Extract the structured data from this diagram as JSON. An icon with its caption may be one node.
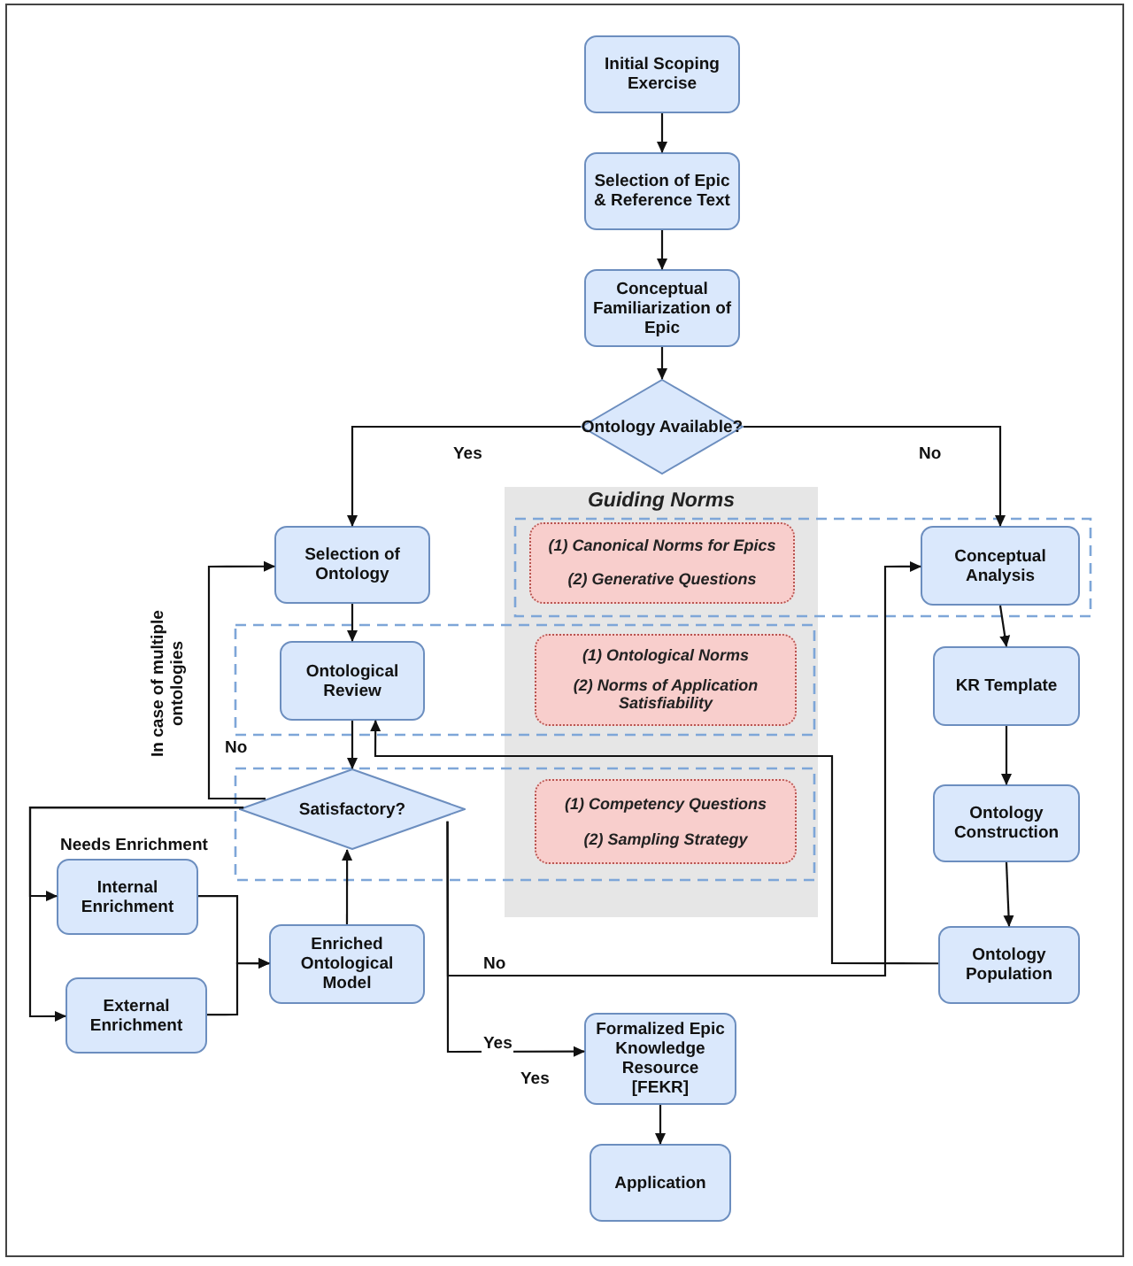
{
  "diagram": {
    "nodes": [
      {
        "text": [
          "Initial Scoping Exercise"
        ]
      },
      {
        "text": [
          "Selection of Epic & Reference Text"
        ]
      },
      {
        "text": [
          "Conceptual Familiarization of Epic"
        ]
      },
      {
        "text": [
          "Ontology Available?"
        ]
      },
      {
        "text": [
          "Guiding Norms"
        ]
      },
      {
        "text": [
          "(1) Canonical Norms for Epics",
          "(2) Generative Questions"
        ],
        "in": 4
      },
      {
        "text": [
          "(1) Ontological Norms",
          "(2) Norms of Application Satisfiability"
        ],
        "in": 4
      },
      {
        "text": [
          "(1) Competency Questions",
          "(2) Sampling Strategy"
        ],
        "in": 4
      },
      {
        "text": [
          "Selection of Ontology"
        ]
      },
      {
        "text": [
          "Ontological Review"
        ]
      },
      {
        "text": [
          "Satisfactory?"
        ]
      },
      {
        "text": [
          "Internal Enrichment"
        ]
      },
      {
        "text": [
          "External Enrichment"
        ]
      },
      {
        "text": [
          "Enriched Ontological Model"
        ]
      },
      {
        "text": [
          "Conceptual Analysis"
        ]
      },
      {
        "text": [
          "KR Template"
        ]
      },
      {
        "text": [
          "Ontology Construction"
        ]
      },
      {
        "text": [
          "Ontology Population"
        ]
      },
      {
        "text": [
          "Formalized Epic Knowledge Resource [FEKR]"
        ]
      },
      {
        "text": [
          "Application"
        ]
      }
    ],
    "edges": [
      {
        "from": 0,
        "to": 1,
        "arrow": "to"
      },
      {
        "from": 1,
        "to": 2,
        "arrow": "to"
      },
      {
        "from": 2,
        "to": 3,
        "arrow": "to"
      },
      {
        "from": 3,
        "to": 8,
        "arrow": "to",
        "label": "Yes"
      },
      {
        "from": 3,
        "to": 14,
        "arrow": "to",
        "label": "No"
      },
      {
        "from": 8,
        "to": 9,
        "arrow": "to"
      },
      {
        "from": 9,
        "to": 10,
        "arrow": "to"
      },
      {
        "from": 10,
        "to": 8,
        "arrow": "to",
        "label": "No"
      },
      {
        "from": 10,
        "to": 11,
        "arrow": "to"
      },
      {
        "from": 10,
        "to": 12,
        "arrow": "to"
      },
      {
        "from": 11,
        "to": 13,
        "arrow": "to"
      },
      {
        "from": 12,
        "to": 13,
        "arrow": "to"
      },
      {
        "from": 13,
        "to": 10,
        "arrow": "to"
      },
      {
        "from": 10,
        "to": 14,
        "arrow": "to",
        "label": "No"
      },
      {
        "from": 10,
        "to": 18,
        "arrow": "to",
        "label": "Yes"
      },
      {
        "from": 14,
        "to": 15,
        "arrow": "to"
      },
      {
        "from": 15,
        "to": 16,
        "arrow": "to"
      },
      {
        "from": 16,
        "to": 17,
        "arrow": "to"
      },
      {
        "from": 17,
        "to": 9,
        "arrow": "to"
      },
      {
        "from": 18,
        "to": 19,
        "arrow": "to"
      }
    ],
    "labels": [
      "In case of multiple ontologies",
      "Needs Enrichment",
      "Yes"
    ]
  }
}
